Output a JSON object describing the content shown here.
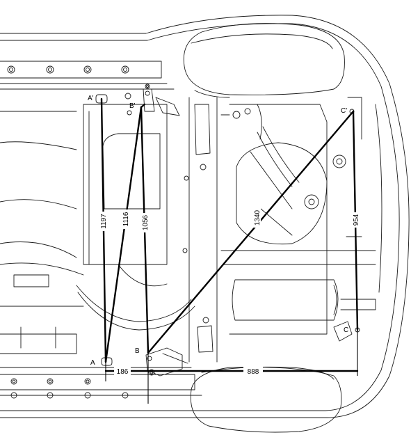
{
  "points": {
    "A": "A",
    "A_prime": "A'",
    "B": "B",
    "B_prime": "B'",
    "C": "C",
    "C_prime": "C'"
  },
  "dimensions": {
    "d1197": "1197",
    "d1116": "1116",
    "d1056": "1056",
    "d1340": "1340",
    "d954": "954",
    "d186": "186",
    "d888": "888"
  }
}
